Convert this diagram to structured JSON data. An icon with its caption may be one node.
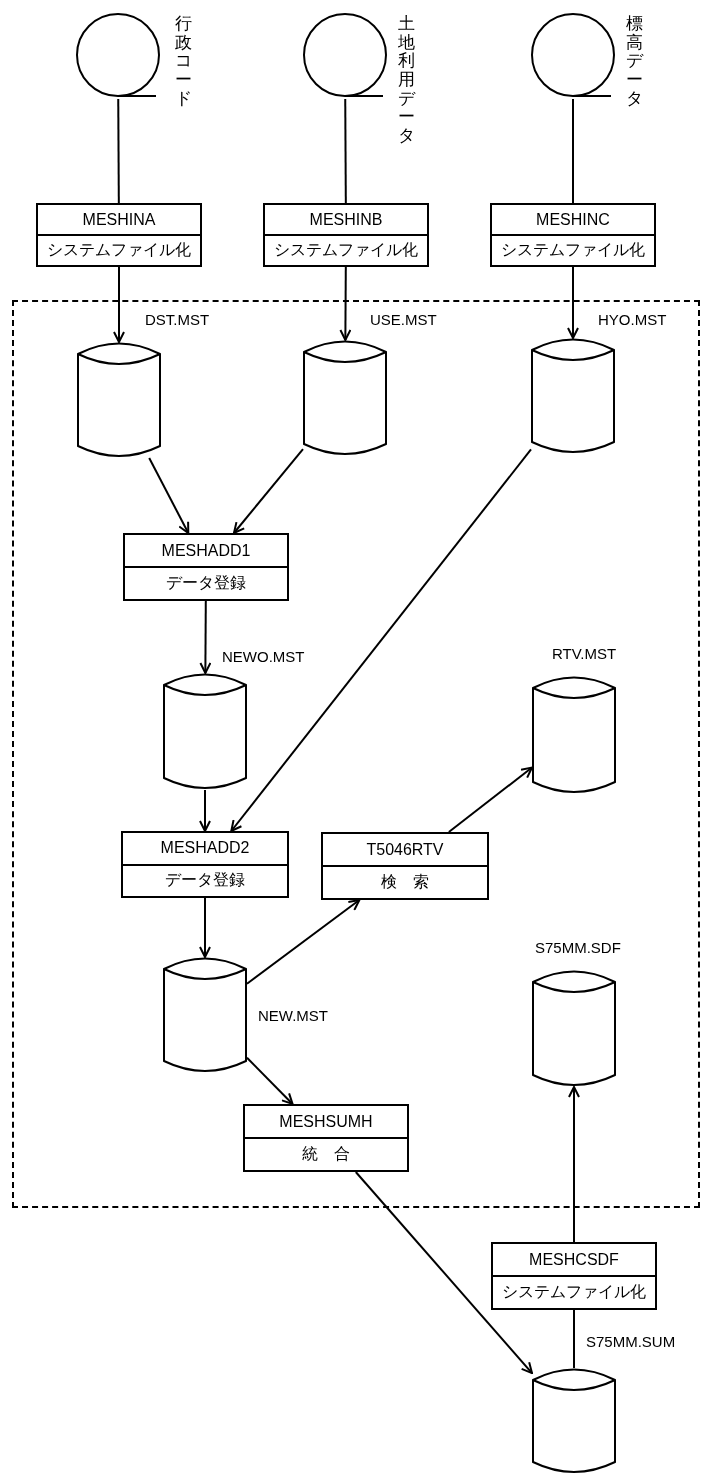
{
  "diagram": {
    "nodes": [
      {
        "text": [],
        "shape": "circle",
        "beside": [
          "行政コード"
        ]
      },
      {
        "text": [],
        "shape": "circle",
        "beside": [
          "土地利用データ"
        ]
      },
      {
        "text": [],
        "shape": "circle",
        "beside": [
          "標高データ"
        ]
      },
      {
        "text": [
          "MESHINA",
          "システムファイル化"
        ]
      },
      {
        "text": [
          "MESHINB",
          "システムファイル化"
        ]
      },
      {
        "text": [
          "MESHINC",
          "システムファイル化"
        ]
      },
      {
        "text": [],
        "shape": "box"
      },
      {
        "text": [],
        "shape": "cylinder",
        "beside": [
          "DST.MST"
        ],
        "in": 6
      },
      {
        "text": [],
        "shape": "cylinder",
        "beside": [
          "USE.MST"
        ],
        "in": 6
      },
      {
        "text": [],
        "shape": "cylinder",
        "beside": [
          "HYO.MST"
        ],
        "in": 6
      },
      {
        "text": [
          "MESHADD1",
          "データ登録"
        ],
        "in": 6
      },
      {
        "text": [],
        "shape": "cylinder",
        "beside": [
          "NEWO.MST"
        ],
        "in": 6
      },
      {
        "text": [],
        "shape": "cylinder",
        "beside": [
          "RTV.MST"
        ],
        "in": 6
      },
      {
        "text": [
          "MESHADD2",
          "データ登録"
        ],
        "in": 6
      },
      {
        "text": [
          "T5046RTV",
          "検　索"
        ],
        "in": 6
      },
      {
        "text": [],
        "shape": "cylinder",
        "beside": [
          "NEW.MST"
        ],
        "in": 6
      },
      {
        "text": [],
        "shape": "cylinder",
        "beside": [
          "S75MM.SDF"
        ],
        "in": 6
      },
      {
        "text": [
          "MESHSUMH",
          "統　合"
        ],
        "in": 6
      },
      {
        "text": [
          "MESHCSDF",
          "システムファイル化"
        ]
      },
      {
        "text": [],
        "shape": "cylinder",
        "beside": [
          "S75MM.SUM"
        ]
      }
    ],
    "edges": [
      {
        "from": 0,
        "to": 3,
        "arrow": "none"
      },
      {
        "from": 1,
        "to": 4,
        "arrow": "none"
      },
      {
        "from": 2,
        "to": 5,
        "arrow": "none"
      },
      {
        "from": 3,
        "to": 7,
        "arrow": "to"
      },
      {
        "from": 4,
        "to": 8,
        "arrow": "to"
      },
      {
        "from": 5,
        "to": 9,
        "arrow": "to"
      },
      {
        "from": 7,
        "to": 10,
        "arrow": "to"
      },
      {
        "from": 8,
        "to": 10,
        "arrow": "to"
      },
      {
        "from": 9,
        "to": 13,
        "arrow": "to"
      },
      {
        "from": 10,
        "to": 11,
        "arrow": "to"
      },
      {
        "from": 11,
        "to": 13,
        "arrow": "to"
      },
      {
        "from": 13,
        "to": 15,
        "arrow": "to"
      },
      {
        "from": 15,
        "to": 14,
        "arrow": "to"
      },
      {
        "from": 14,
        "to": 12,
        "arrow": "to"
      },
      {
        "from": 15,
        "to": 17,
        "arrow": "to"
      },
      {
        "from": 17,
        "to": 19,
        "arrow": "to"
      },
      {
        "from": 19,
        "to": 18,
        "arrow": "none"
      },
      {
        "from": 18,
        "to": 16,
        "arrow": "to"
      }
    ]
  }
}
